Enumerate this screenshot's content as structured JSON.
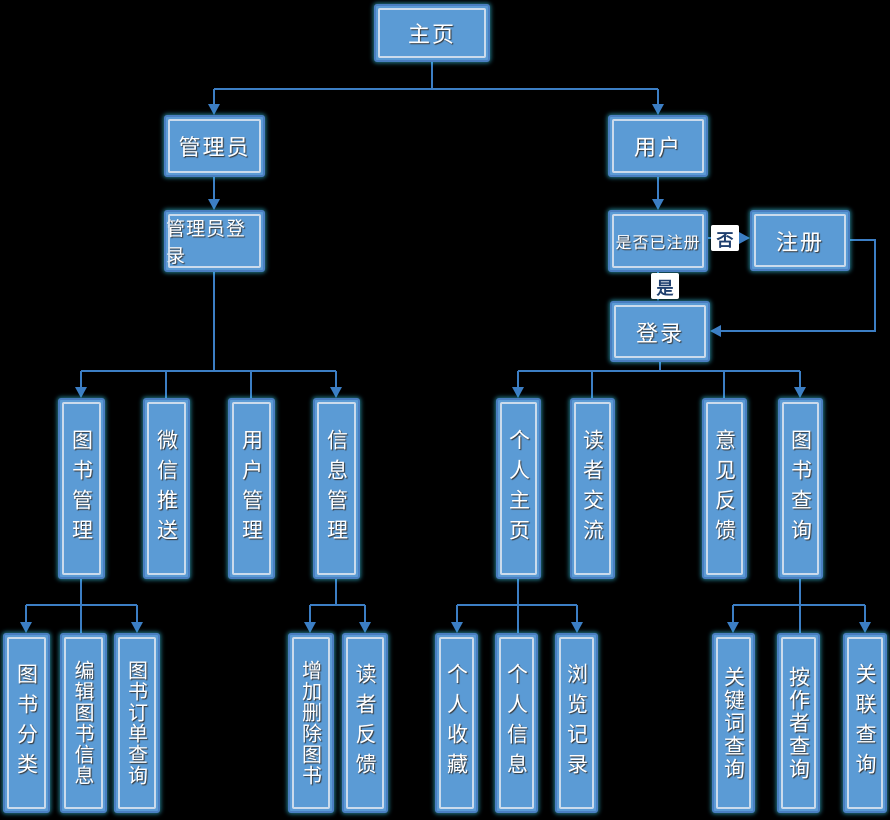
{
  "diagram": {
    "background_color": "#000000",
    "node_fill_color": "#5b9bd5",
    "node_border_color": "#4a7ec0",
    "connector_color": "#3c7ec4",
    "nodes": {
      "home": "主页",
      "admin": "管理员",
      "admin_login": "管理员登录",
      "user": "用户",
      "registered_check": "是否已注册",
      "register": "注册",
      "login": "登录",
      "book_mgmt": "图书管理",
      "wechat_push": "微信推送",
      "user_mgmt": "用户管理",
      "info_mgmt": "信息管理",
      "personal_home": "个人主页",
      "reader_exchange": "读者交流",
      "feedback": "意见反馈",
      "book_query": "图书查询",
      "book_category": "图书分类",
      "edit_book_info": "编辑图书信息",
      "book_order_query": "图书订单查询",
      "add_delete_book": "增加删除图书",
      "reader_feedback": "读者反馈",
      "personal_collection": "个人收藏",
      "personal_info": "个人信息",
      "browse_history": "浏览记录",
      "keyword_query": "关键词查询",
      "author_query": "按作者查询",
      "related_query": "关联查询"
    },
    "edge_labels": {
      "no": "否",
      "yes": "是"
    }
  }
}
